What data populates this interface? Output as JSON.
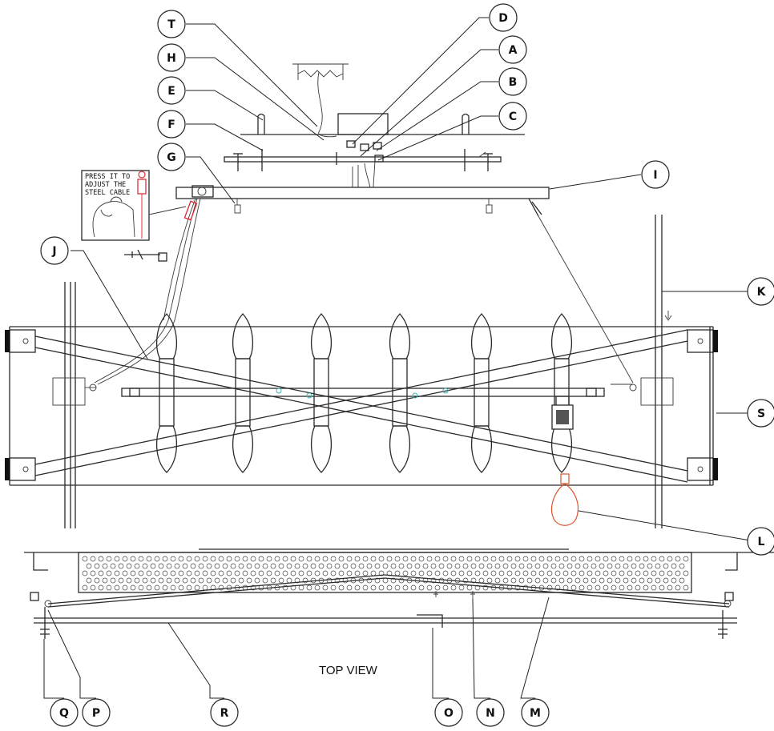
{
  "diagram": {
    "callouts": [
      {
        "id": "T",
        "label": "T"
      },
      {
        "id": "H",
        "label": "H"
      },
      {
        "id": "E",
        "label": "E"
      },
      {
        "id": "F",
        "label": "F"
      },
      {
        "id": "G",
        "label": "G"
      },
      {
        "id": "D",
        "label": "D"
      },
      {
        "id": "A",
        "label": "A"
      },
      {
        "id": "B",
        "label": "B"
      },
      {
        "id": "C",
        "label": "C"
      },
      {
        "id": "I",
        "label": "I"
      },
      {
        "id": "J",
        "label": "J"
      },
      {
        "id": "K",
        "label": "K"
      },
      {
        "id": "S",
        "label": "S"
      },
      {
        "id": "L",
        "label": "L"
      },
      {
        "id": "Q",
        "label": "Q"
      },
      {
        "id": "P",
        "label": "P"
      },
      {
        "id": "R",
        "label": "R"
      },
      {
        "id": "O",
        "label": "O"
      },
      {
        "id": "N",
        "label": "N"
      },
      {
        "id": "M",
        "label": "M"
      }
    ],
    "note": {
      "line1": "PRESS IT TO",
      "line2": "ADJUST THE",
      "line3": "STEEL CABLE"
    },
    "view_label": "TOP VIEW",
    "colors": {
      "line": "#2a2a2a",
      "highlight_bulb": "#d9542b",
      "highlight_part": "#e0303a",
      "accent_cyan": "#3fb5b5"
    }
  }
}
